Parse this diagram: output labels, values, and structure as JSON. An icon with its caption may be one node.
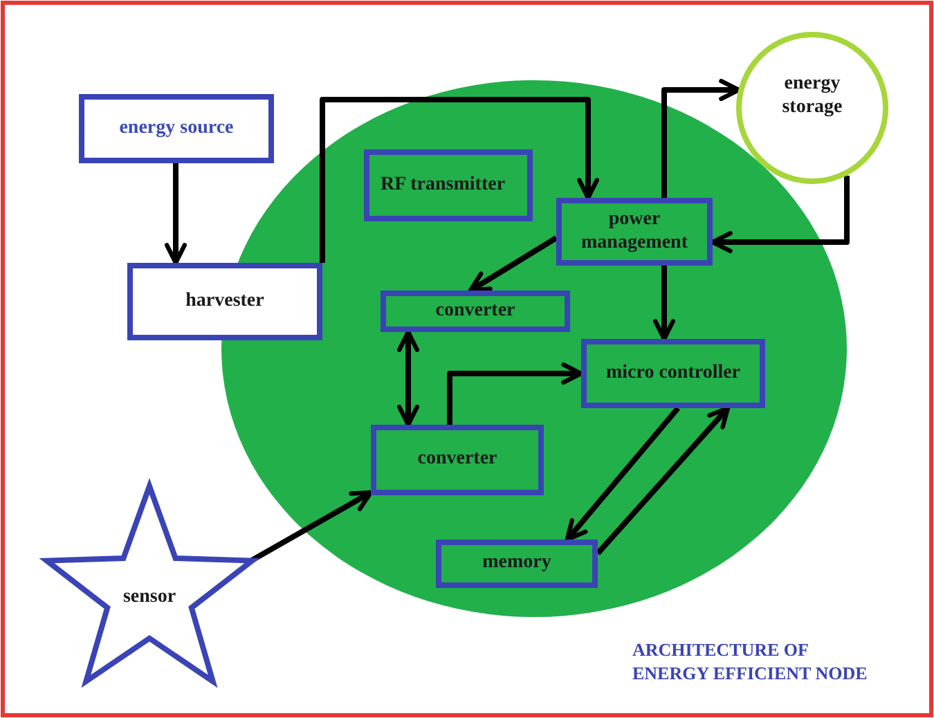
{
  "diagram": {
    "caption": "ARCHITECTURE OF ENERGY EFFICIENT NODE",
    "nodes": [
      {
        "text": [
          "energy source"
        ]
      },
      {
        "text": [
          "energy storage"
        ]
      },
      {
        "text": [
          "RF transmitter"
        ]
      },
      {
        "text": [
          "power management"
        ]
      },
      {
        "text": [
          "harvester"
        ]
      },
      {
        "text": [
          "converter"
        ]
      },
      {
        "text": [
          "micro controller"
        ]
      },
      {
        "text": [
          "converter"
        ]
      },
      {
        "text": [
          "memory"
        ]
      },
      {
        "text": [
          "sensor"
        ]
      }
    ],
    "edges": [
      {
        "from": 0,
        "to": 4,
        "arrow": "to"
      },
      {
        "from": 4,
        "to": 3,
        "arrow": "to"
      },
      {
        "from": 3,
        "to": 1,
        "arrow": "to"
      },
      {
        "from": 1,
        "to": 3,
        "arrow": "to"
      },
      {
        "from": 3,
        "to": 5,
        "arrow": "to"
      },
      {
        "from": 3,
        "to": 6,
        "arrow": "to"
      },
      {
        "from": 5,
        "to": 7,
        "arrow": "both"
      },
      {
        "from": 7,
        "to": 6,
        "arrow": "to"
      },
      {
        "from": 9,
        "to": 7,
        "arrow": "to"
      },
      {
        "from": 6,
        "to": 8,
        "arrow": "to"
      },
      {
        "from": 8,
        "to": 6,
        "arrow": "to"
      }
    ]
  }
}
